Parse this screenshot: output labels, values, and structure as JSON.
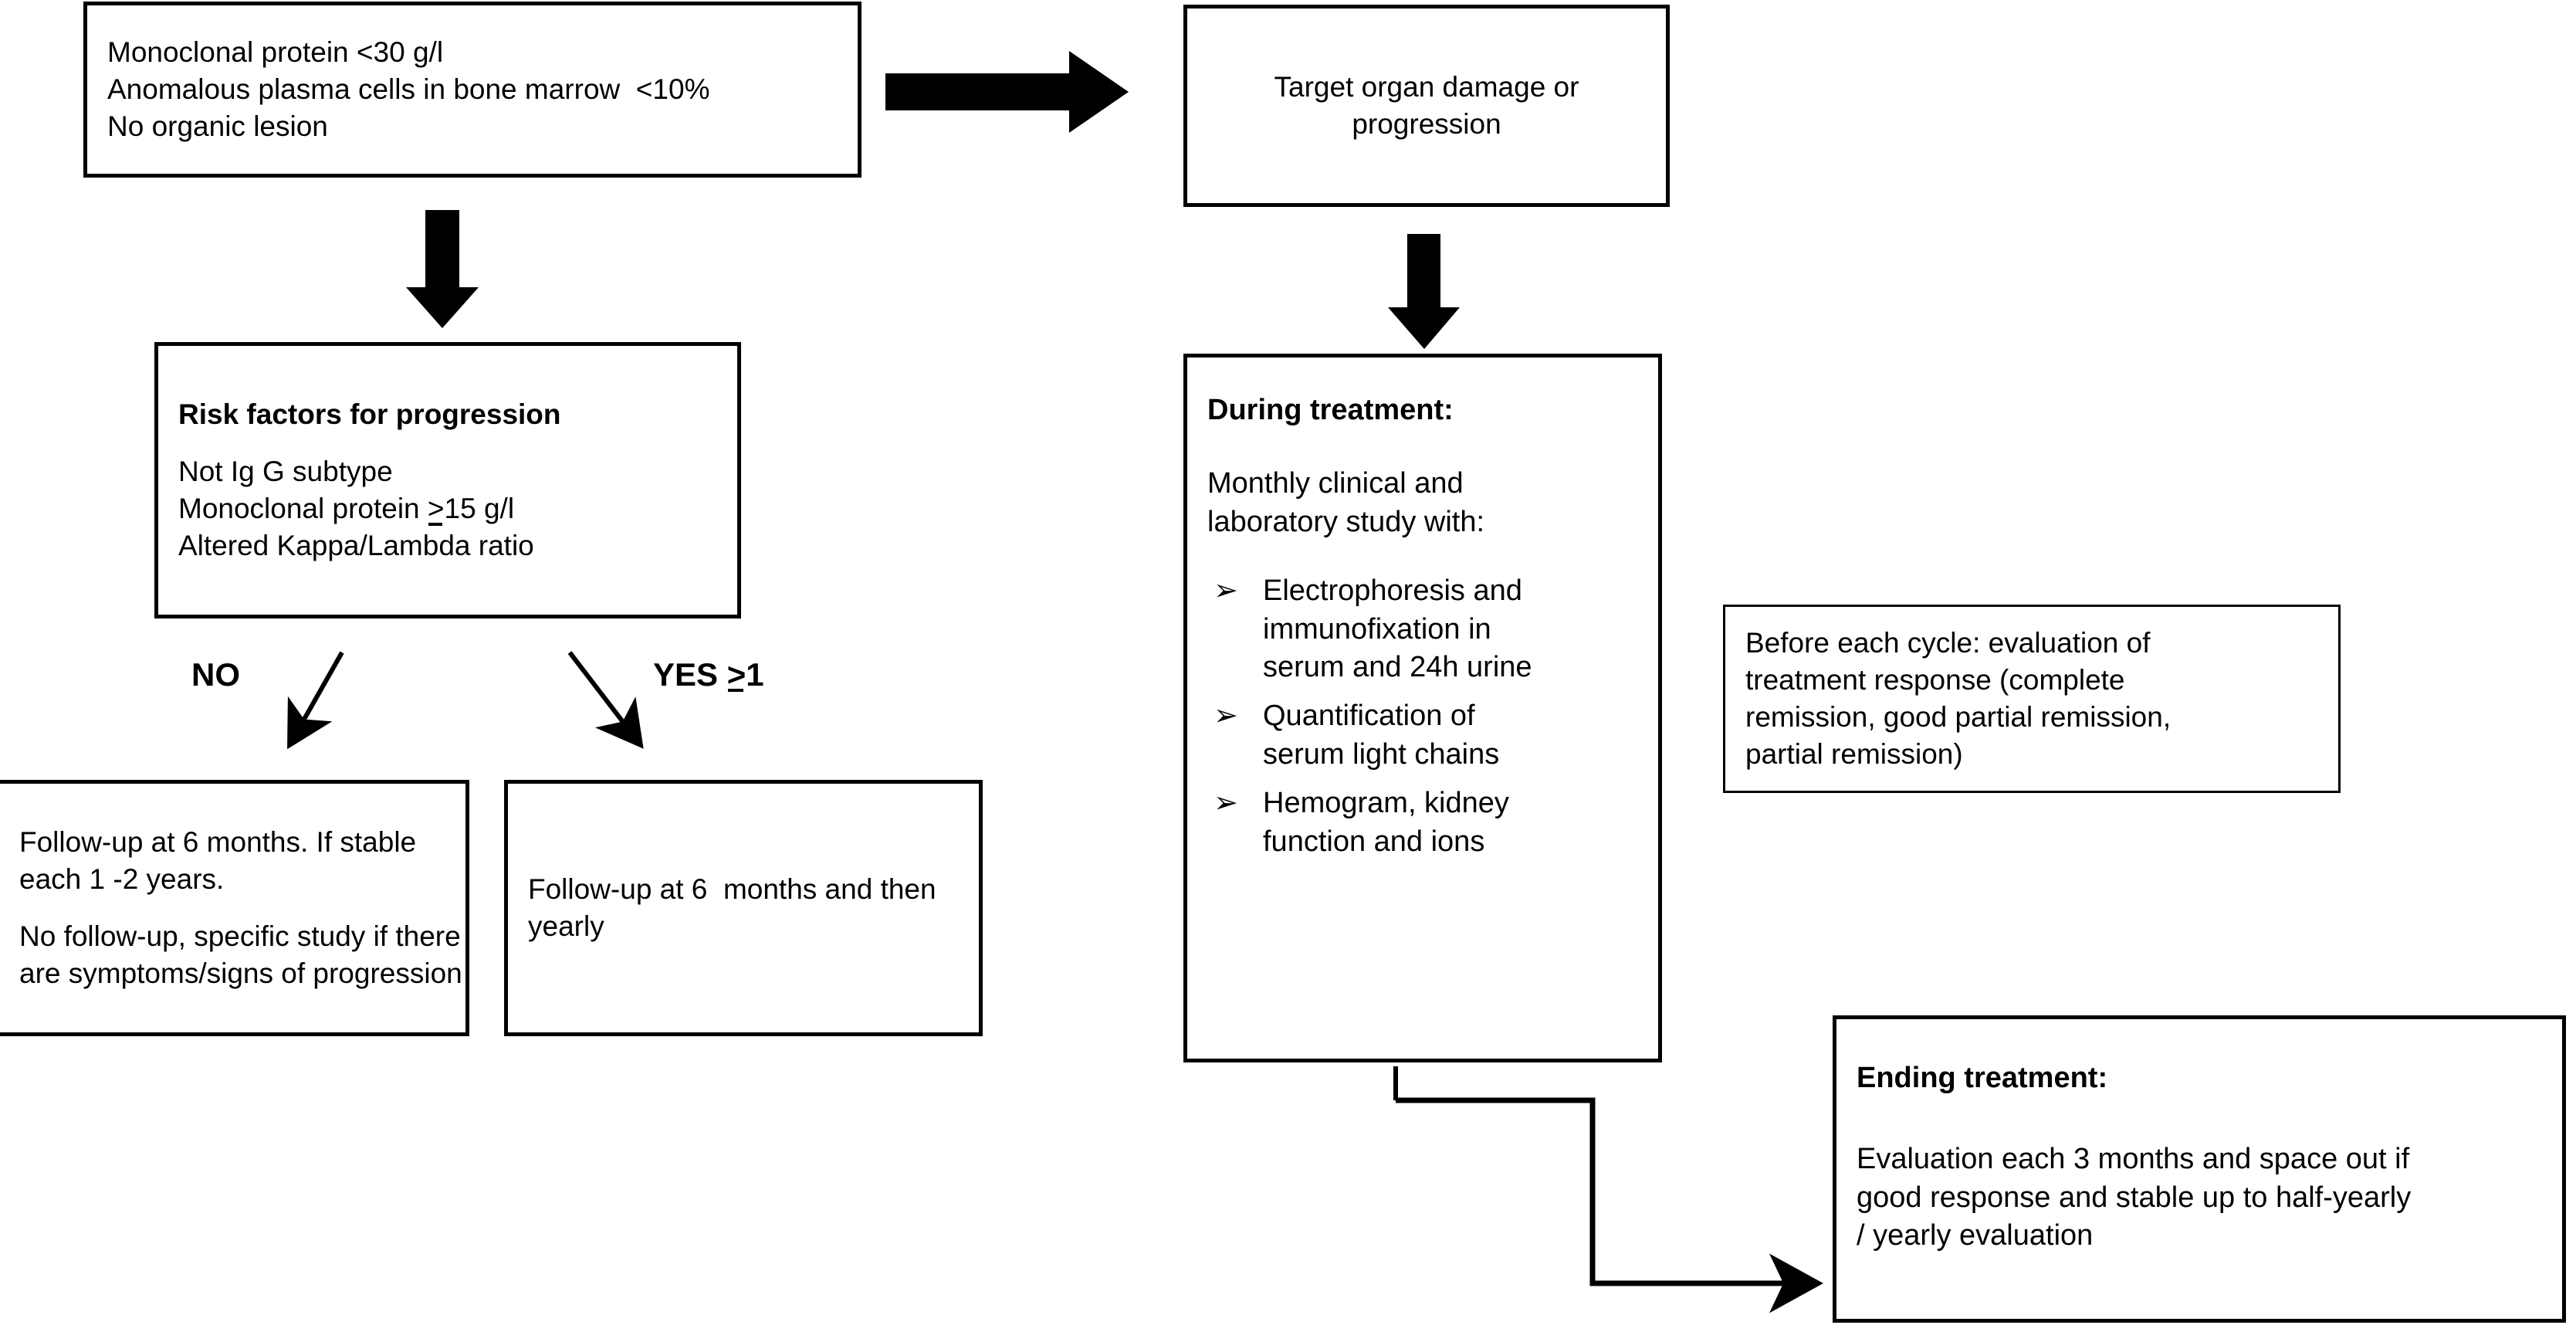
{
  "diagram": {
    "title_present": false,
    "ink_color": "#000000",
    "background_color": "#ffffff"
  },
  "nodes": {
    "criteria": {
      "lines": [
        "Monoclonal protein <30 g/l",
        "Anomalous plasma cells in bone marrow  <10%",
        "No organic lesion"
      ]
    },
    "target_organ": {
      "lines": [
        "Target organ damage or",
        "progression"
      ]
    },
    "risk_factors": {
      "heading": "Risk factors for progression",
      "lines": [
        "Not Ig G subtype",
        "Monoclonal protein ≥15 g/l",
        "Altered Kappa/Lambda ratio"
      ],
      "gte_prefix": "Monoclonal protein ",
      "gte_symbol": ">",
      "gte_suffix": "15 g/l"
    },
    "followup_no": {
      "paragraph_1": [
        "Follow-up at 6 months. If stable",
        "each 1 -2 years."
      ],
      "paragraph_2": [
        "No follow-up, specific study if there",
        "are symptoms/signs of progression"
      ]
    },
    "followup_yes": {
      "lines": [
        "Follow-up at 6  months and then",
        "yearly"
      ]
    },
    "during_treatment": {
      "heading": "During treatment:",
      "lines": [
        "Monthly clinical and",
        "laboratory study with:"
      ],
      "bullet_glyph": "➢",
      "bullets": [
        [
          "Electrophoresis and",
          "immunofixation in",
          "serum and 24h urine"
        ],
        [
          "Quantification of",
          "serum light chains"
        ],
        [
          "Hemogram, kidney",
          "function and ions"
        ]
      ]
    },
    "before_cycle": {
      "lines": [
        "Before each cycle: evaluation of",
        "treatment response (complete",
        "remission, good partial remission,",
        "partial remission)"
      ]
    },
    "ending_treatment": {
      "heading": "Ending treatment:",
      "lines": [
        "Evaluation each 3 months and space out if",
        "good response and stable up to half-yearly",
        "/ yearly evaluation"
      ]
    }
  },
  "edges": {
    "no_label": "NO",
    "yes_label": "YES ≥1",
    "yes_label_prefix": "YES ",
    "yes_label_symbol": ">",
    "yes_label_suffix": "1"
  }
}
